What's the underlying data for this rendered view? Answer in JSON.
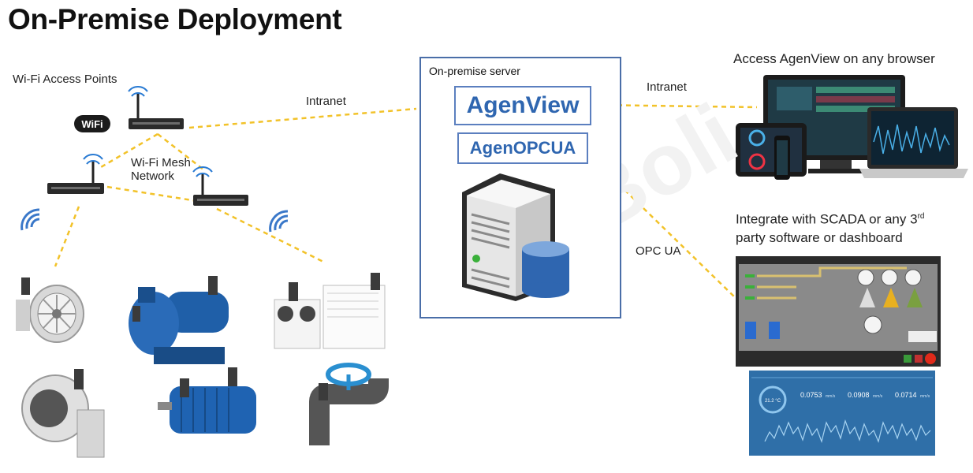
{
  "title": "On-Premise Deployment",
  "labels": {
    "wifi_ap": "Wi-Fi Access Points",
    "wifi_logo": "WiFi",
    "mesh_line1": "Wi-Fi Mesh",
    "mesh_line2": "Network",
    "intranet_left": "Intranet",
    "intranet_right": "Intranet",
    "opc_ua": "OPC UA",
    "server_title": "On-premise server",
    "agenview": "AgenView",
    "agenopcua": "AgenOPCUA",
    "browser_title": "Access AgenView on any browser",
    "scada_line1": "Integrate with SCADA or any 3",
    "scada_sup": "rd",
    "scada_line2": "party software or dashboard",
    "watermark": "Boli"
  },
  "dashboard": {
    "temp": "21.2 °C",
    "values": [
      "0.0753",
      "0.0908",
      "0.0714"
    ],
    "unit": "mm/s"
  },
  "colors": {
    "accent_blue": "#2f66b0",
    "box_border": "#4a6ea8",
    "dashed_line": "#f2c229",
    "wifi_signal": "#3a78c9",
    "pump_blue": "#1f5fa8"
  }
}
